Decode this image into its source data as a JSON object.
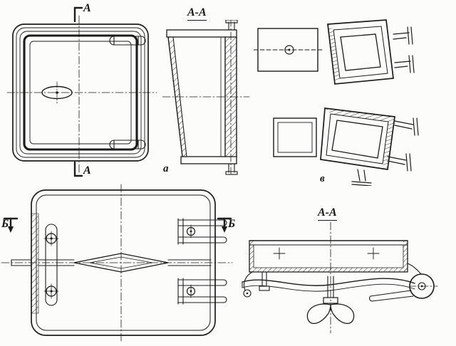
{
  "drawing": {
    "kind": "technical-assembly-drawing",
    "colors": {
      "ink": "#1c1c1c",
      "paper": "#fcfcfa"
    }
  },
  "labels": {
    "section_a_top": "А",
    "section_a_bottom": "А",
    "section_aa_top": "А-А",
    "subfigure_a": "а",
    "subfigure_v": "в",
    "section_b_left": "Б",
    "section_b_right": "Б",
    "section_aa_bottom": "А-А"
  }
}
